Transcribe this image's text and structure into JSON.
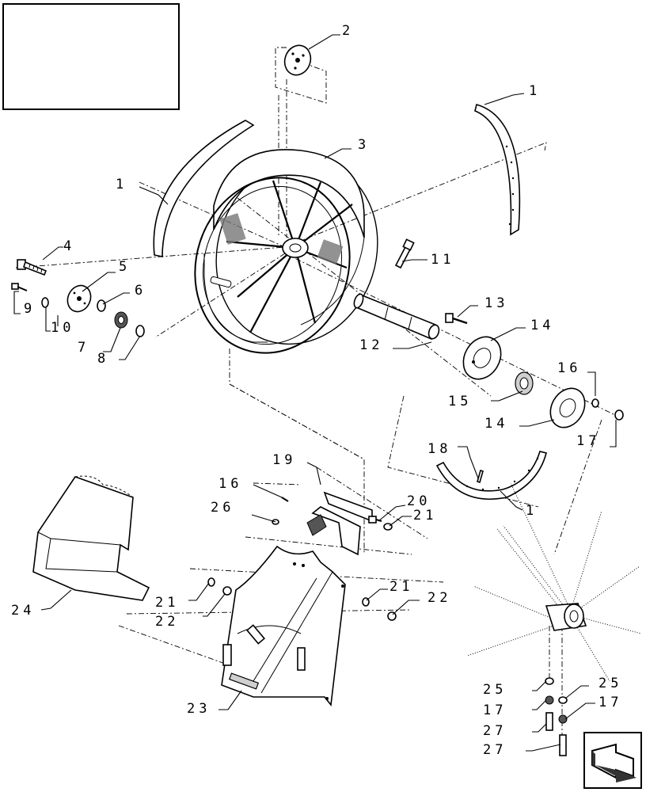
{
  "callouts": [
    {
      "id": "c2",
      "text": "2"
    },
    {
      "id": "c1a",
      "text": "1"
    },
    {
      "id": "c1b",
      "text": "1"
    },
    {
      "id": "c3",
      "text": "3"
    },
    {
      "id": "c4",
      "text": "4"
    },
    {
      "id": "c5",
      "text": "5"
    },
    {
      "id": "c6",
      "text": "6"
    },
    {
      "id": "c9",
      "text": "9"
    },
    {
      "id": "c10",
      "text": "10"
    },
    {
      "id": "c7",
      "text": "7"
    },
    {
      "id": "c8",
      "text": "8"
    },
    {
      "id": "c11",
      "text": "11"
    },
    {
      "id": "c13",
      "text": "13"
    },
    {
      "id": "c14a",
      "text": "14"
    },
    {
      "id": "c12",
      "text": "12"
    },
    {
      "id": "c16a",
      "text": "16"
    },
    {
      "id": "c15",
      "text": "15"
    },
    {
      "id": "c14b",
      "text": "14"
    },
    {
      "id": "c17a",
      "text": "17"
    },
    {
      "id": "c18",
      "text": "18"
    },
    {
      "id": "c19",
      "text": "19"
    },
    {
      "id": "c16b",
      "text": "16"
    },
    {
      "id": "c20",
      "text": "20"
    },
    {
      "id": "c26",
      "text": "26"
    },
    {
      "id": "c21a",
      "text": "21"
    },
    {
      "id": "c1c",
      "text": "1"
    },
    {
      "id": "c21b",
      "text": "21"
    },
    {
      "id": "c22a",
      "text": "22"
    },
    {
      "id": "c21c",
      "text": "21"
    },
    {
      "id": "c22b",
      "text": "22"
    },
    {
      "id": "c24",
      "text": "24"
    },
    {
      "id": "c23",
      "text": "23"
    },
    {
      "id": "c25a",
      "text": "25"
    },
    {
      "id": "c25b",
      "text": "25"
    },
    {
      "id": "c17b",
      "text": "17"
    },
    {
      "id": "c17c",
      "text": "17"
    },
    {
      "id": "c27a",
      "text": "27"
    },
    {
      "id": "c27b",
      "text": "27"
    }
  ],
  "icons": {
    "title_box": "blank-title-block",
    "nav": "previous-page-arrow-icon"
  }
}
